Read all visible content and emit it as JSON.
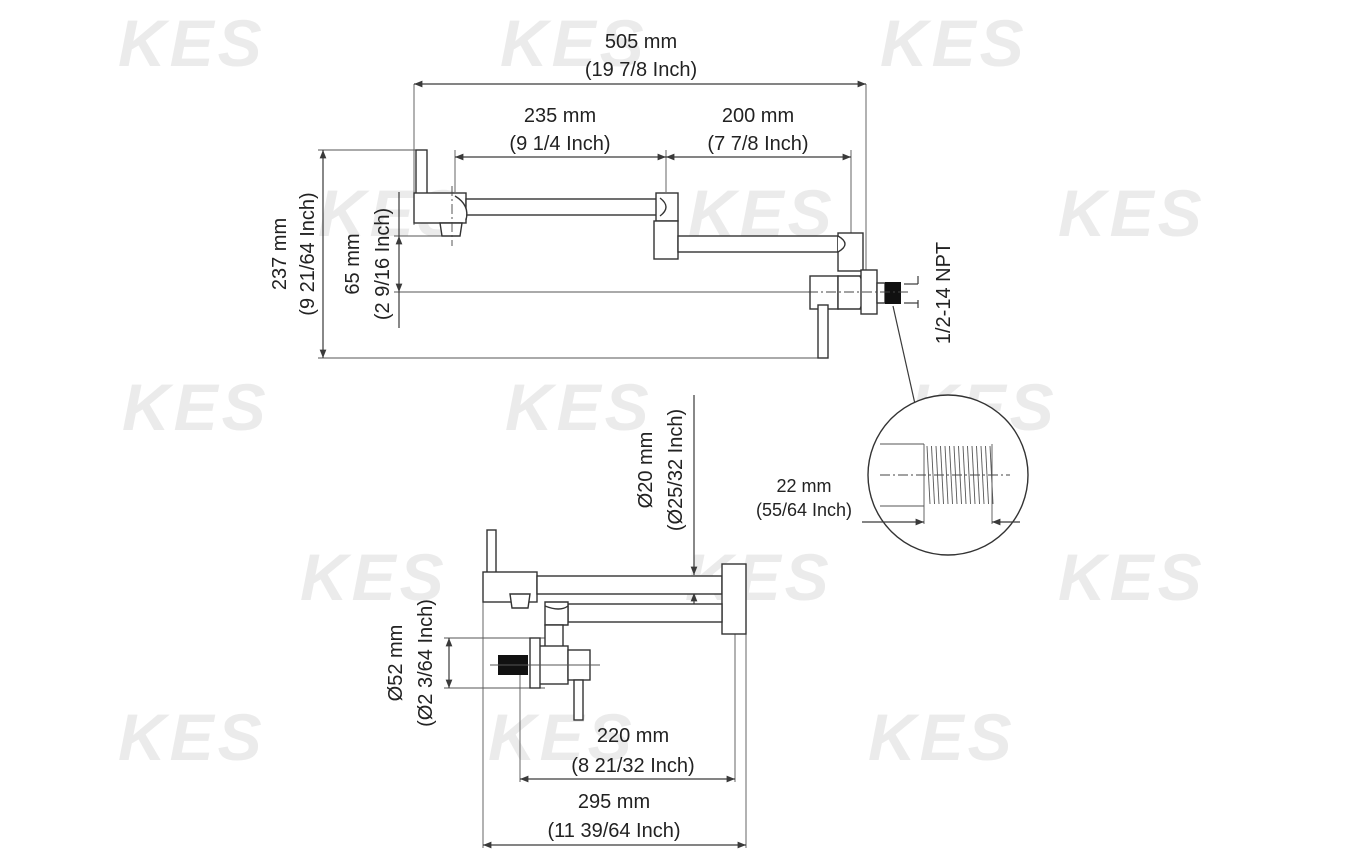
{
  "watermark": "KES",
  "colors": {
    "line": "#3a3a3a",
    "text": "#222222",
    "watermark": "#ebebeb",
    "thread_block": "#111111"
  },
  "top_view": {
    "overall_length": {
      "mm": "505 mm",
      "inch": "(19 7/8 Inch)"
    },
    "first_arm": {
      "mm": "235 mm",
      "inch": "(9 1/4 Inch)"
    },
    "second_arm": {
      "mm": "200 mm",
      "inch": "(7 7/8 Inch)"
    },
    "total_height": {
      "mm": "237 mm",
      "inch": "(9 21/64 Inch)"
    },
    "spout_height": {
      "mm": "65 mm",
      "inch": "(2 9/16 Inch)"
    },
    "thread_spec": "1/2-14 NPT"
  },
  "thread_detail": {
    "length": {
      "mm": "22 mm",
      "inch": "(55/64 Inch)"
    }
  },
  "side_view": {
    "pipe_diameter": {
      "mm": "Ø20 mm",
      "inch": "(Ø25/32 Inch)"
    },
    "flange_diameter": {
      "mm": "Ø52 mm",
      "inch": "(Ø2 3/64 Inch)"
    },
    "folded_reach": {
      "mm": "220 mm",
      "inch": "(8 21/32 Inch)"
    },
    "folded_depth": {
      "mm": "295 mm",
      "inch": "(11 39/64 Inch)"
    }
  }
}
